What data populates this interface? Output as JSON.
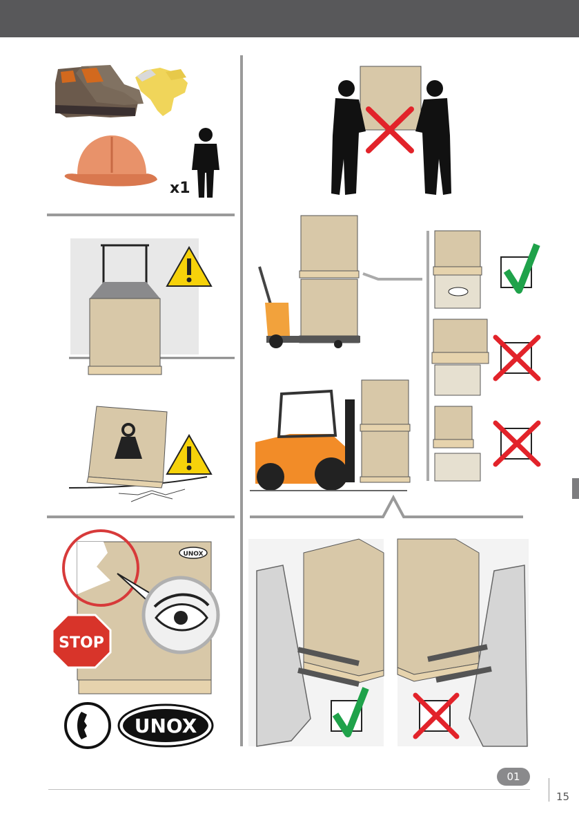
{
  "header": {
    "background": "#58585a"
  },
  "panels": {
    "ppe": {
      "person_count": "x1"
    },
    "stop_sign": {
      "text": "STOP"
    },
    "brand": {
      "logo_text": "UNOX"
    }
  },
  "box_labels": {
    "brand": "UNOX"
  },
  "colors": {
    "box": "#d8c8a8",
    "pallet": "#e6d3ad",
    "check": "#1fa24a",
    "cross": "#e2232a",
    "warning": "#f6d20a",
    "forklift": "#f28c28"
  },
  "footer": {
    "chapter_badge": "01",
    "page_number": "15"
  }
}
